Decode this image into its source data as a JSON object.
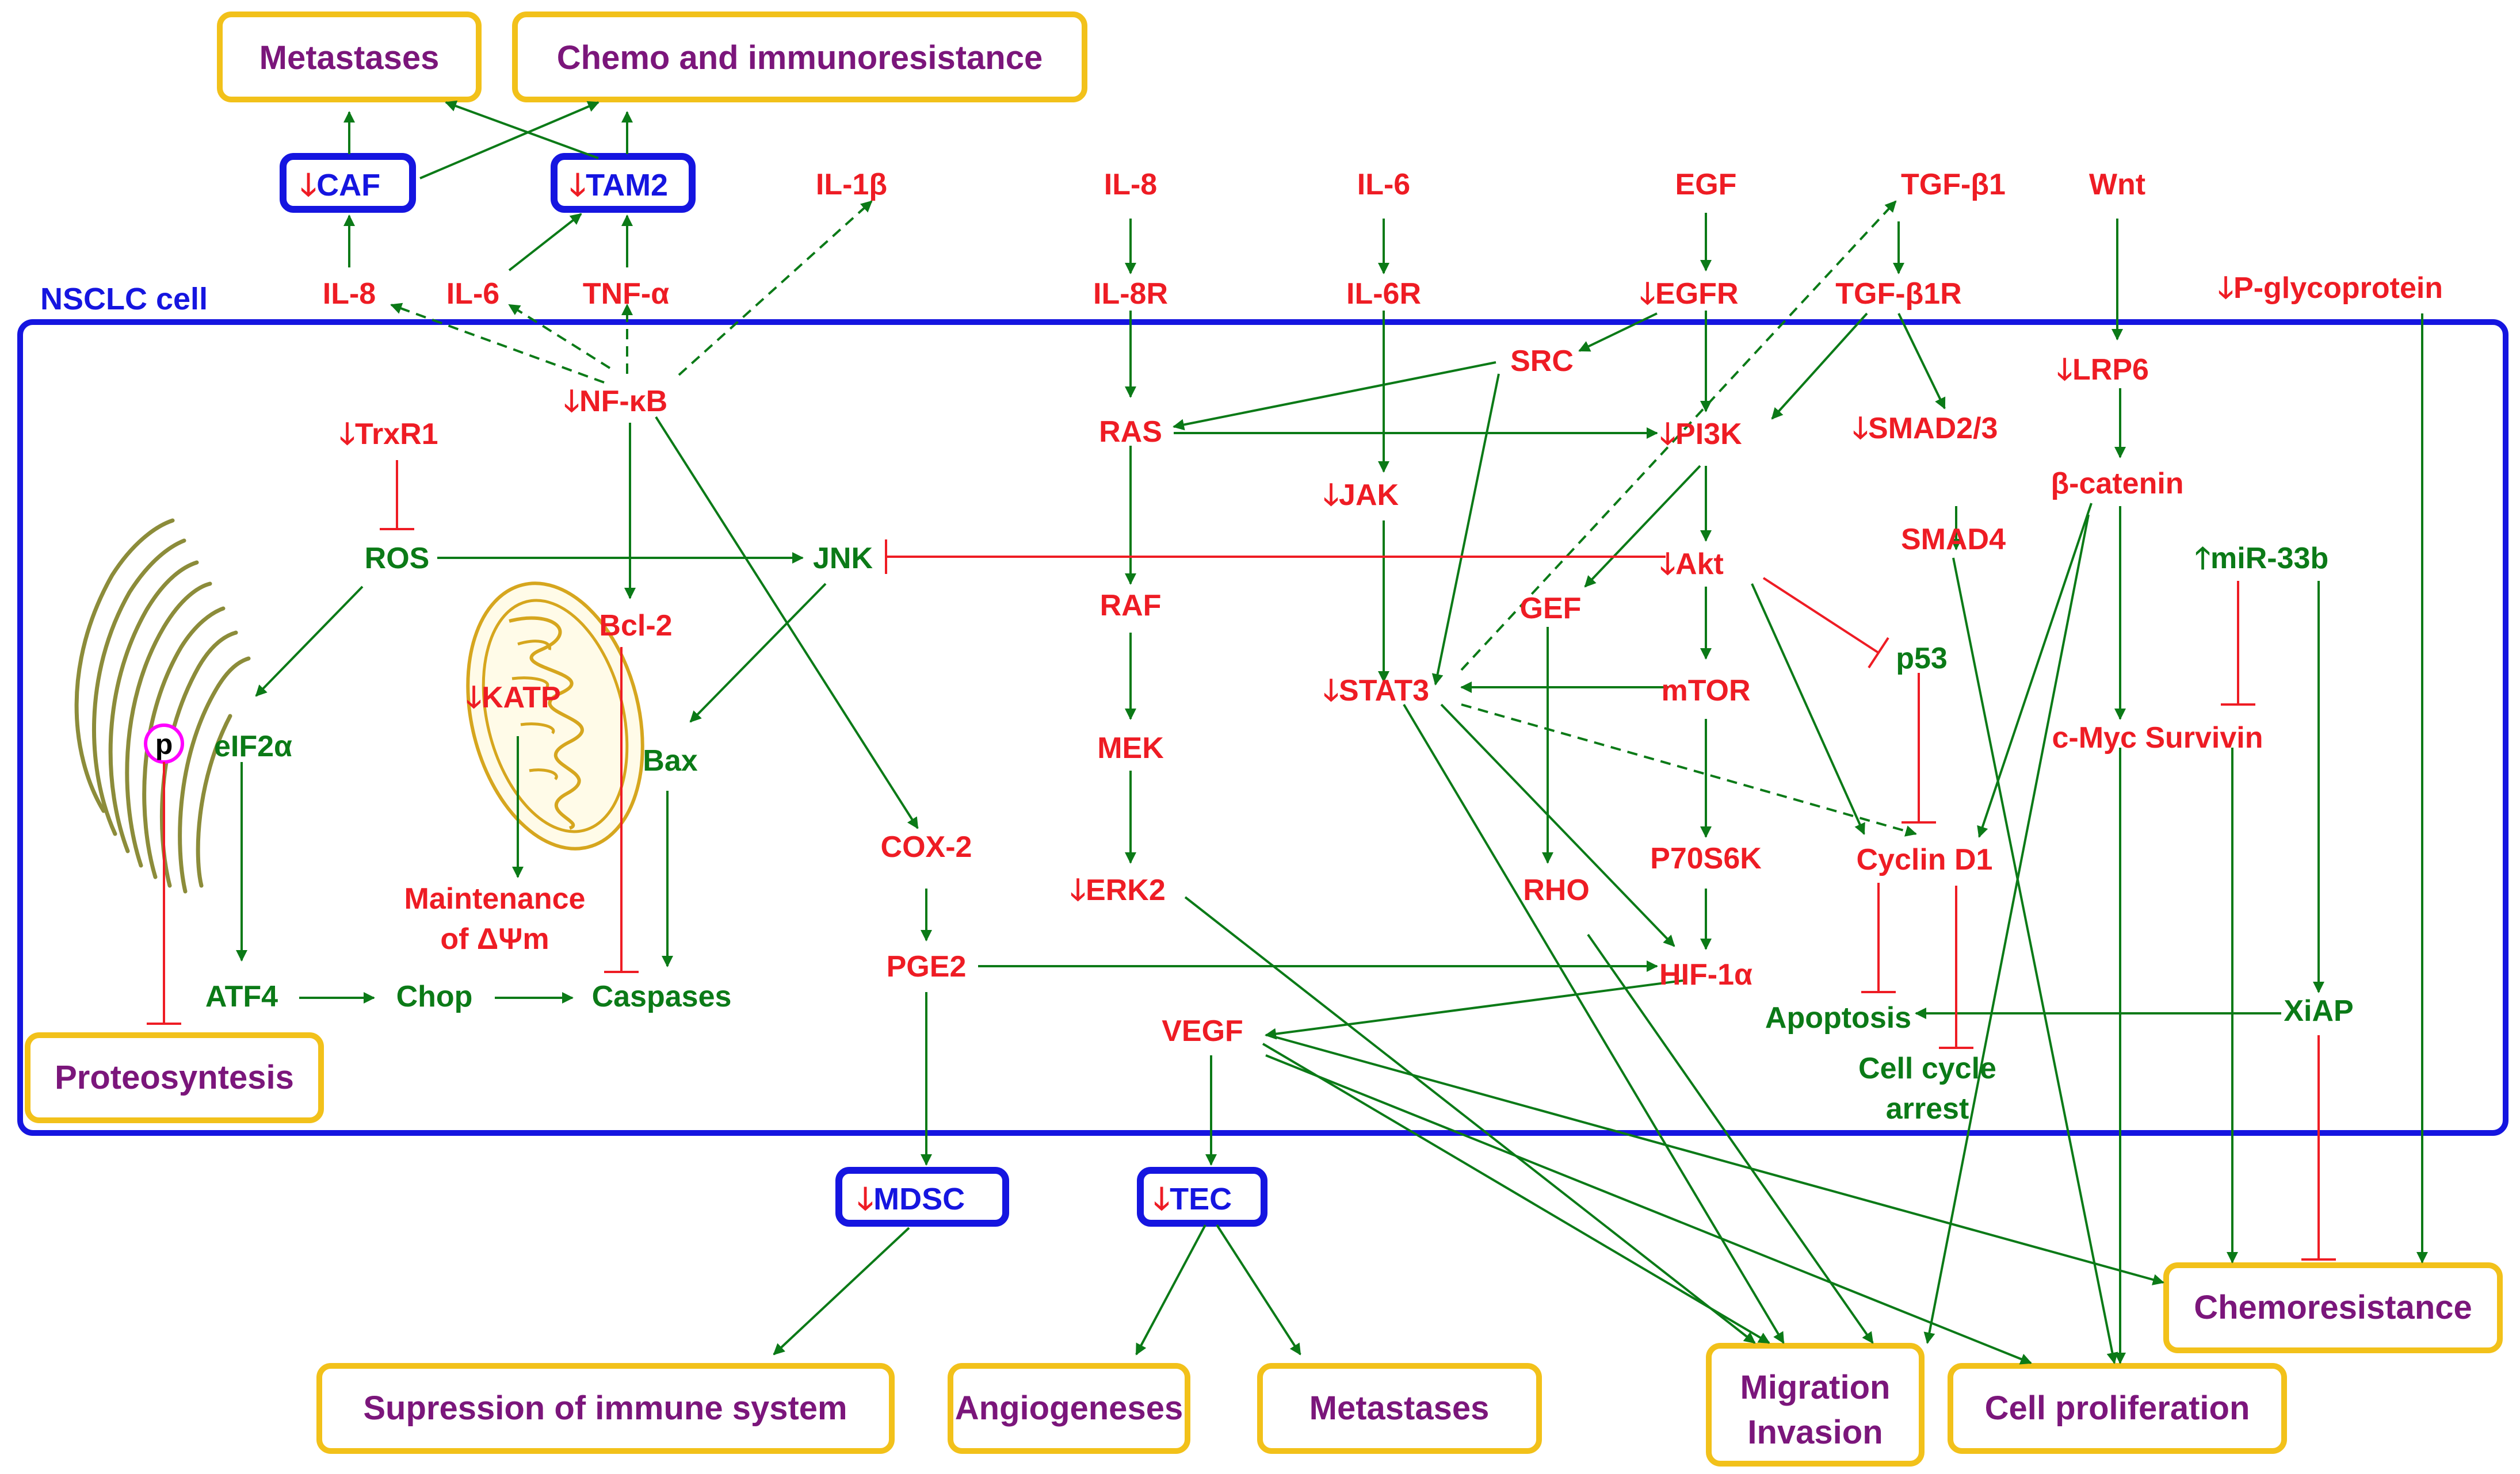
{
  "colors": {
    "red": "#ee1c24",
    "green": "#0b7a17",
    "blue": "#1515e0",
    "purple": "#7b167b",
    "gold": "#f2c11a",
    "magenta": "#ff00ff",
    "olive": "#8c8c3a",
    "mito": "#d6a61e"
  },
  "cell_label": "NSCLC cell",
  "down_arrow": "🡓",
  "up_arrow": "🡑",
  "outcomes": {
    "metastases_top": "Metastases",
    "chemo_immuno": "Chemo and immunoresistance",
    "proteosyntesis": "Proteosyntesis",
    "supression": "Supression of immune system",
    "angiogeneses": "Angiogeneses",
    "metastases_bottom": "Metastases",
    "migration_1": "Migration",
    "migration_2": "Invasion",
    "cell_proliferation": "Cell proliferation",
    "chemoresistance": "Chemoresistance"
  },
  "immune_cells": {
    "caf": "CAF",
    "tam2": "TAM2",
    "mdsc": "MDSC",
    "tec": "TEC"
  },
  "nodes": {
    "il8_out": "IL-8",
    "il6_out": "IL-6",
    "tnfa": "TNF-α",
    "il1b": "IL-1β",
    "il8": "IL-8",
    "il8r": "IL-8R",
    "il6": "IL-6",
    "il6r": "IL-6R",
    "egf": "EGF",
    "egfr": "EGFR",
    "tgfb1": "TGF-β1",
    "tgfb1r": "TGF-β1R",
    "wnt": "Wnt",
    "pgp": "P-glycoprotein",
    "nfkb": "NF-κB",
    "trxr1": "TrxR1",
    "ros": "ROS",
    "eif2a": "eIF2α",
    "atf4": "ATF4",
    "chop": "Chop",
    "caspases": "Caspases",
    "katp": "KATP",
    "maint_1": "Maintenance",
    "maint_2": "of ΔΨm",
    "bcl2": "Bcl-2",
    "bax": "Bax",
    "jnk": "JNK",
    "cox2": "COX-2",
    "pge2": "PGE2",
    "ras": "RAS",
    "raf": "RAF",
    "mek": "MEK",
    "erk2": "ERK2",
    "src": "SRC",
    "jak": "JAK",
    "stat3": "STAT3",
    "pi3k": "PI3K",
    "akt": "Akt",
    "gef": "GEF",
    "rho": "RHO",
    "mtor": "mTOR",
    "p70s6k": "P70S6K",
    "hif1a": "HIF-1α",
    "vegf": "VEGF",
    "p53": "p53",
    "cyclind1": "Cyclin D1",
    "apoptosis": "Apoptosis",
    "arrest_1": "Cell cycle",
    "arrest_2": "arrest",
    "smad23": "SMAD2/3",
    "smad4": "SMAD4",
    "lrp6": "LRP6",
    "bcatenin": "β-catenin",
    "cmyc": "c-Myc",
    "survivin": "Survivin",
    "mir33b": "miR-33b",
    "xiap": "XiAP",
    "p_label": "p"
  }
}
